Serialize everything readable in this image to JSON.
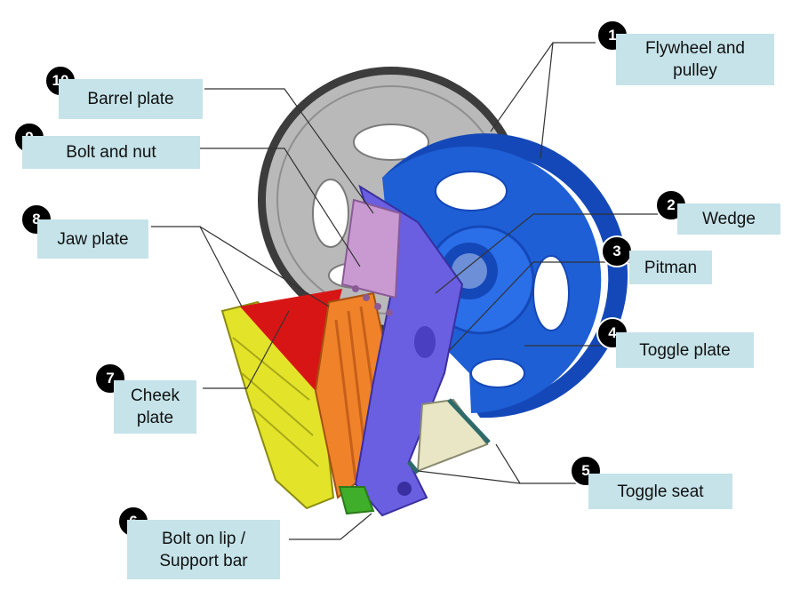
{
  "colors": {
    "label_bg": "#c5e3e9",
    "badge_bg": "#000000",
    "flywheel_grey": "#b9b9b9",
    "pulley_blue": "#1e5fd6",
    "pitman_purple": "#6a5fe0",
    "jaw_orange": "#f0822a",
    "cheek_yellow": "#e3e32a",
    "wedge_red": "#d81515",
    "barrel_pink": "#c99ad2",
    "toggle_beige": "#e8e6c4",
    "lip_green": "#3fae2a"
  },
  "callouts": [
    {
      "number": "1",
      "label": "Flywheel and\npulley"
    },
    {
      "number": "2",
      "label": "Wedge"
    },
    {
      "number": "3",
      "label": "Pitman"
    },
    {
      "number": "4",
      "label": "Toggle plate"
    },
    {
      "number": "5",
      "label": "Toggle seat"
    },
    {
      "number": "6",
      "label": "Bolt on lip /\nSupport bar"
    },
    {
      "number": "7",
      "label": "Cheek\nplate"
    },
    {
      "number": "8",
      "label": "Jaw plate"
    },
    {
      "number": "9",
      "label": "Bolt and nut"
    },
    {
      "number": "10",
      "label": "Barrel plate"
    }
  ]
}
